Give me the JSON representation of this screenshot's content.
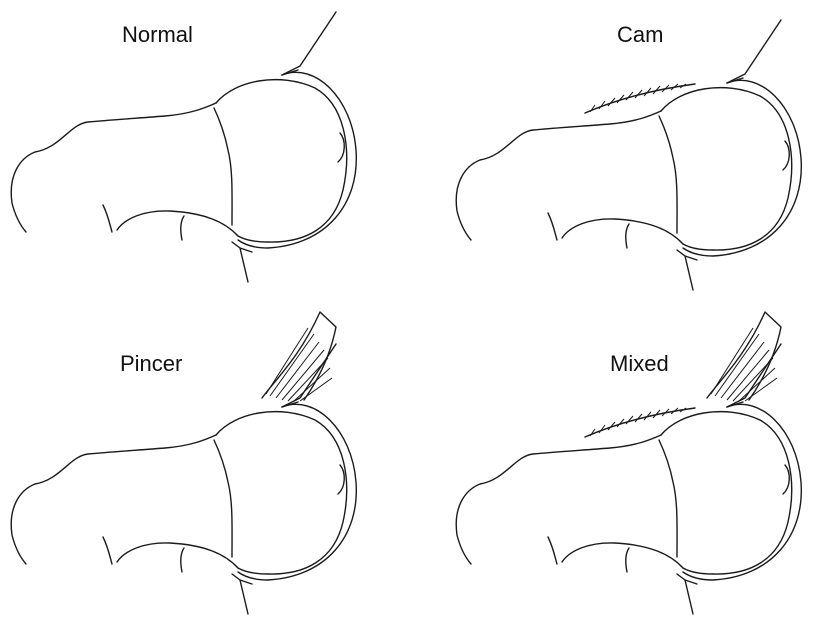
{
  "figure": {
    "background_color": "#ffffff",
    "line_color": "#1a1a1a",
    "panels": [
      {
        "id": "normal",
        "title": "Normal",
        "hatch_cam": false,
        "hatch_pincer": false
      },
      {
        "id": "cam",
        "title": "Cam",
        "hatch_cam": true,
        "hatch_pincer": false
      },
      {
        "id": "pincer",
        "title": "Pincer",
        "hatch_cam": false,
        "hatch_pincer": true
      },
      {
        "id": "mixed",
        "title": "Mixed",
        "hatch_cam": true,
        "hatch_pincer": true
      }
    ]
  }
}
